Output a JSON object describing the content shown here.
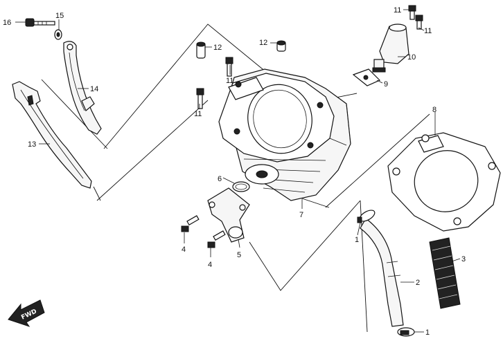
{
  "callouts": {
    "c16": "16",
    "c15": "15",
    "c14": "14",
    "c13": "13",
    "c12a": "12",
    "c12b": "12",
    "c11a": "11",
    "c11b": "11",
    "c11c": "11",
    "c11d": "11",
    "c10": "10",
    "c9": "9",
    "c8": "8",
    "c7": "7",
    "c6": "6",
    "c5": "5",
    "c4a": "4",
    "c4b": "4",
    "c3": "3",
    "c2": "2",
    "c1a": "1",
    "c1b": "1"
  },
  "fwd_label": "FWD",
  "icons": [
    "fwd-arrow-icon"
  ]
}
